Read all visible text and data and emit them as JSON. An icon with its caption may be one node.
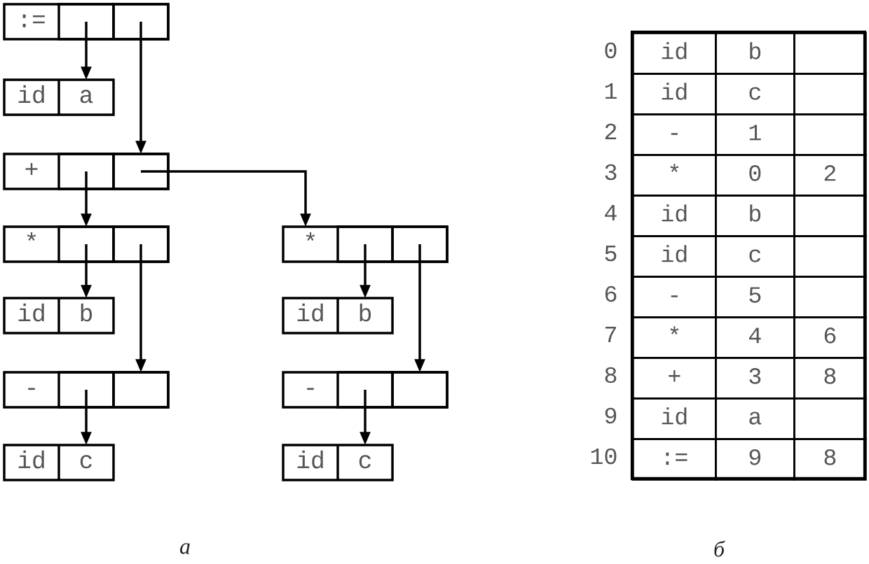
{
  "diagram": {
    "nodes": [
      {
        "text": [
          ":="
        ]
      },
      {
        "text": [],
        "shape": "box",
        "in": 0
      },
      {
        "text": [],
        "shape": "box",
        "in": 0
      },
      {
        "text": [
          "id",
          "a"
        ]
      },
      {
        "text": [
          "+"
        ]
      },
      {
        "text": [],
        "shape": "box",
        "in": 4
      },
      {
        "text": [],
        "shape": "box",
        "in": 4
      },
      {
        "text": [
          "*"
        ]
      },
      {
        "text": [],
        "shape": "box",
        "in": 7
      },
      {
        "text": [],
        "shape": "box",
        "in": 7
      },
      {
        "text": [
          "*"
        ]
      },
      {
        "text": [],
        "shape": "box",
        "in": 10
      },
      {
        "text": [],
        "shape": "box",
        "in": 10
      },
      {
        "text": [
          "id",
          "b"
        ]
      },
      {
        "text": [
          "id",
          "b"
        ]
      },
      {
        "text": [
          "-"
        ]
      },
      {
        "text": [],
        "shape": "box",
        "in": 15
      },
      {
        "text": [],
        "shape": "box",
        "in": 15
      },
      {
        "text": [
          "-"
        ]
      },
      {
        "text": [],
        "shape": "box",
        "in": 18
      },
      {
        "text": [],
        "shape": "box",
        "in": 18
      },
      {
        "text": [
          "id",
          "c"
        ]
      },
      {
        "text": [
          "id",
          "c"
        ]
      }
    ],
    "edges": [
      {
        "from": 1,
        "to": 3,
        "arrow": "to"
      },
      {
        "from": 2,
        "to": 4,
        "arrow": "to"
      },
      {
        "from": 5,
        "to": 7,
        "arrow": "to"
      },
      {
        "from": 6,
        "to": 10,
        "arrow": "to"
      },
      {
        "from": 8,
        "to": 13,
        "arrow": "to"
      },
      {
        "from": 9,
        "to": 15,
        "arrow": "to"
      },
      {
        "from": 11,
        "to": 14,
        "arrow": "to"
      },
      {
        "from": 12,
        "to": 18,
        "arrow": "to"
      },
      {
        "from": 16,
        "to": 21,
        "arrow": "to"
      },
      {
        "from": 19,
        "to": 22,
        "arrow": "to"
      }
    ],
    "labels": [
      "0",
      "id",
      "b",
      "1",
      "id",
      "c",
      "2",
      "-",
      "1",
      "3",
      "*",
      "0",
      "2",
      "4",
      "id",
      "b",
      "5",
      "id",
      "c",
      "6",
      "-",
      "5",
      "7",
      "*",
      "4",
      "6",
      "8",
      "+",
      "3",
      "8",
      "9",
      "id",
      "a",
      "10",
      ":=",
      "9",
      "8",
      "а",
      "б"
    ]
  }
}
